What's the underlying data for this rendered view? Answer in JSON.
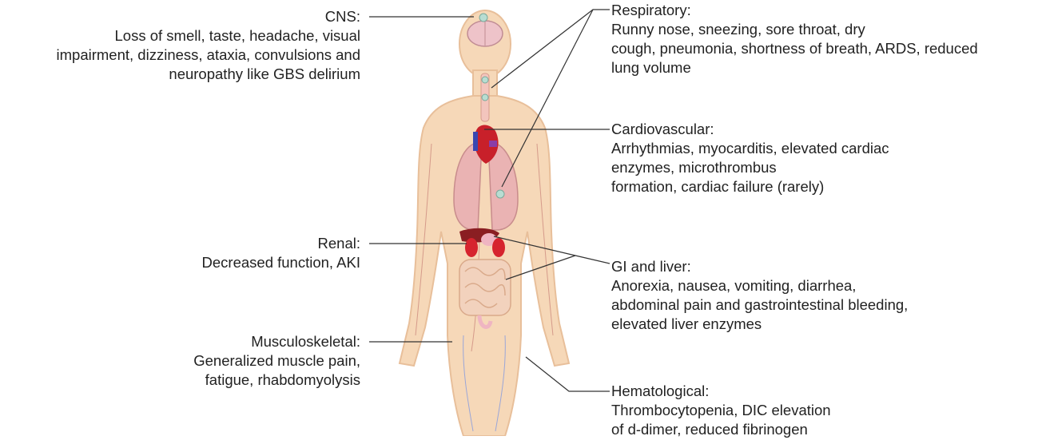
{
  "figure": {
    "left_labels": [
      {
        "title": "CNS:",
        "lines": [
          "Loss of smell, taste, headache, visual",
          "impairment, dizziness, ataxia, convulsions and",
          "neuropathy like GBS delirium"
        ]
      },
      {
        "title": "Renal:",
        "lines": [
          "Decreased function, AKI"
        ]
      },
      {
        "title": "Musculoskeletal:",
        "lines": [
          "Generalized muscle pain,",
          "fatigue, rhabdomyolysis"
        ]
      }
    ],
    "right_labels": [
      {
        "title": "Respiratory:",
        "lines": [
          "Runny nose, sneezing, sore throat, dry",
          "cough, pneumonia, shortness of breath, ARDS, reduced",
          "lung volume"
        ]
      },
      {
        "title": "Cardiovascular:",
        "lines": [
          "Arrhythmias, myocarditis, elevated cardiac",
          "enzymes, microthrombus",
          "formation, cardiac failure (rarely)"
        ]
      },
      {
        "title": "GI and liver:",
        "lines": [
          "Anorexia, nausea, vomiting, diarrhea,",
          "abdominal pain and gastrointestinal bleeding,",
          "elevated liver enzymes"
        ]
      },
      {
        "title": "Hematological:",
        "lines": [
          "Thrombocytopenia, DIC elevation",
          "of d-dimer, reduced fibrinogen"
        ]
      }
    ],
    "colors": {
      "skin": "#f6d8b8",
      "skin_edge": "#e8bf9a",
      "lung": "#eab3b3",
      "heart": "#c8202a",
      "vein": "#3a46b0",
      "intestine": "#f2d2bd",
      "kidney": "#d6242e",
      "leader": "#333333"
    }
  }
}
